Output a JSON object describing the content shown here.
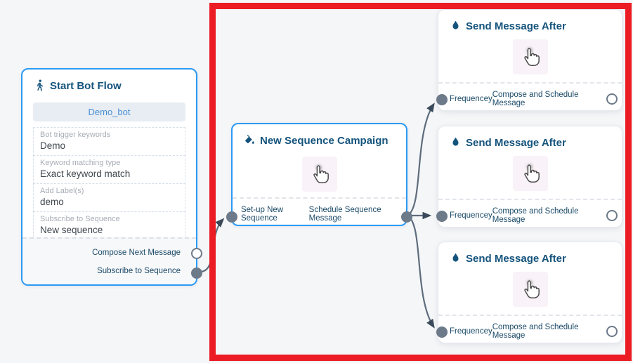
{
  "canvas": {
    "background_color": "#f5f6f8"
  },
  "annotation": {
    "type": "highlight-rectangle",
    "color": "#ec1c24"
  },
  "start_node": {
    "title": "Start Bot Flow",
    "title_icon": "walking-person-icon",
    "bot_name_button": "Demo_bot",
    "fields": [
      {
        "label": "Bot trigger keywords",
        "value": "Demo"
      },
      {
        "label": "Keyword matching type",
        "value": "Exact keyword match"
      },
      {
        "label": "Add Label(s)",
        "value": "demo"
      },
      {
        "label": "Subscribe to Sequence",
        "value": "New sequence"
      }
    ],
    "outputs": [
      {
        "label": "Compose Next Message",
        "connected": false
      },
      {
        "label": "Subscribe to Sequence",
        "connected": true
      }
    ]
  },
  "sequence_node": {
    "title": "New Sequence Campaign",
    "title_icon": "fill-drip-icon",
    "body_icon": "hand-cursor-icon",
    "input_label": "Set-up New Sequence",
    "output_label": "Schedule Sequence Message"
  },
  "send_nodes": [
    {
      "title": "Send Message After",
      "title_icon": "water-drop-icon",
      "body_icon": "hand-cursor-icon",
      "input_label": "Frequencey",
      "output_label": "Compose and Schedule Message"
    },
    {
      "title": "Send Message After",
      "title_icon": "water-drop-icon",
      "body_icon": "hand-cursor-icon",
      "input_label": "Frequencey",
      "output_label": "Compose and Schedule Message"
    },
    {
      "title": "Send Message After",
      "title_icon": "water-drop-icon",
      "body_icon": "hand-cursor-icon",
      "input_label": "Frequencey",
      "output_label": "Compose and Schedule Message"
    }
  ],
  "edges": [
    {
      "from": "start-node / Subscribe to Sequence",
      "to": "sequence-node / Set-up New Sequence"
    },
    {
      "from": "sequence-node / Schedule Sequence Message",
      "to": "send-node-1 / Frequencey"
    },
    {
      "from": "sequence-node / Schedule Sequence Message",
      "to": "send-node-2 / Frequencey"
    },
    {
      "from": "sequence-node / Schedule Sequence Message",
      "to": "send-node-3 / Frequencey"
    }
  ],
  "colors": {
    "node_accent_border": "#2b9af3",
    "title_text": "#14537c",
    "edge_stroke": "#5d6c7c",
    "arrowhead": "#3a4a5a",
    "port_fill": "#6d7a89",
    "highlight": "#ec1c24",
    "button_bg": "#e7edf3",
    "button_text": "#4a8fd4"
  }
}
